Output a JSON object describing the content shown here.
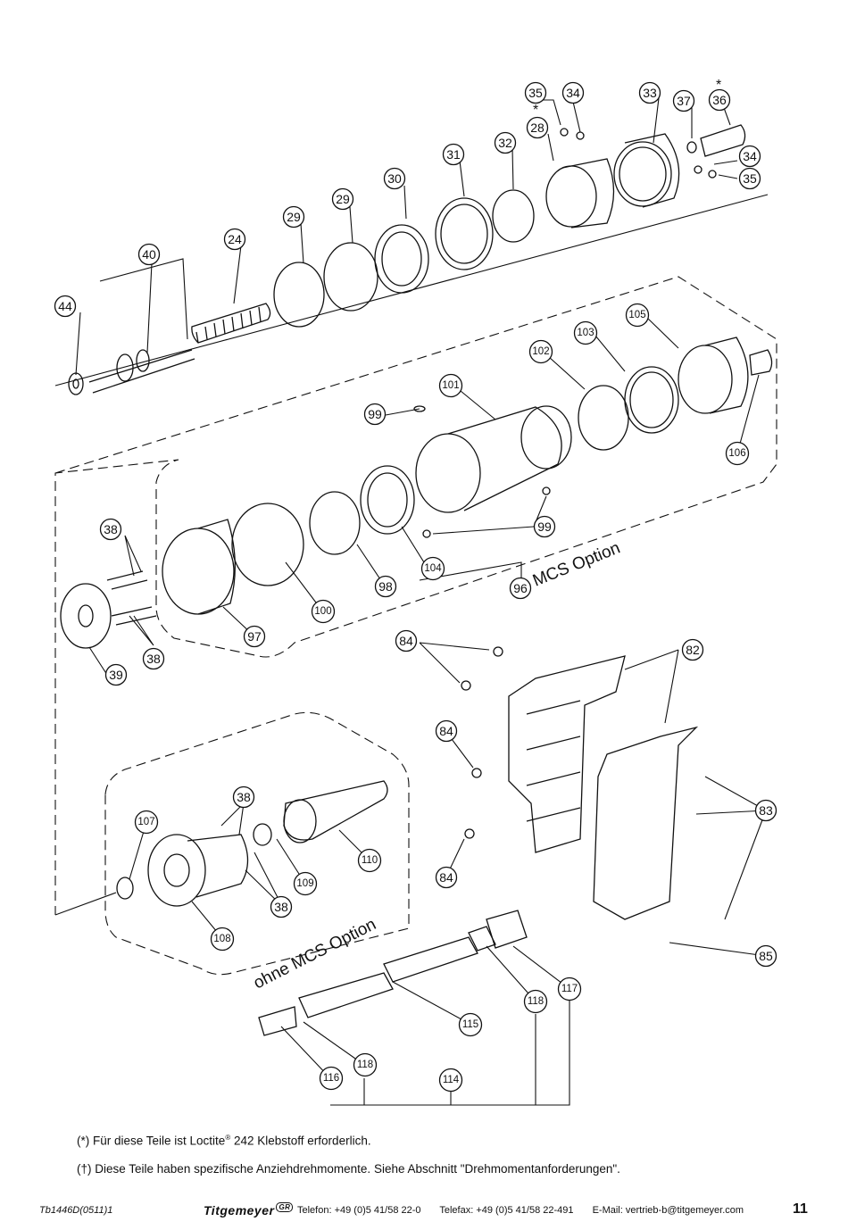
{
  "diagram": {
    "callouts": [
      "35",
      "34",
      "28",
      "33",
      "37",
      "36",
      "31",
      "32",
      "30",
      "29",
      "29",
      "24",
      "40",
      "44",
      "34",
      "35",
      "105",
      "103",
      "102",
      "101",
      "106",
      "99",
      "99",
      "38",
      "104",
      "98",
      "100",
      "96",
      "97",
      "38",
      "39",
      "84",
      "82",
      "84",
      "84",
      "83",
      "85",
      "38",
      "107",
      "109",
      "110",
      "108",
      "38",
      "117",
      "118",
      "115",
      "118",
      "114",
      "116"
    ],
    "star_mark": "*",
    "label_mcs": "MCS Option",
    "label_ohne_mcs": "ohne MCS Option"
  },
  "notes": {
    "note1_pre": "(*) Für diese Teile ist Loctite",
    "note1_sup": "®",
    "note1_post": " 242 Klebstoff erforderlich.",
    "note2": "(†) Diese Teile haben spezifische Anziehdrehmomente. Siehe Abschnitt \"Drehmomentanforderungen\"."
  },
  "footer": {
    "doc_code": "Tb1446D(0511)1",
    "brand": "Titgemeyer",
    "brand_mark": "GR",
    "phone": "Telefon: +49 (0)5 41/58 22-0",
    "fax": "Telefax: +49 (0)5 41/58 22-491",
    "email": "E-Mail: vertrieb-b@titgemeyer.com",
    "page_number": "11"
  }
}
